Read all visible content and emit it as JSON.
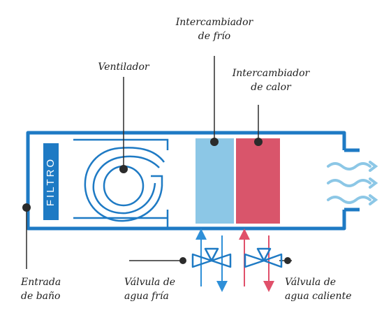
{
  "colors": {
    "casing": "#1e7ac4",
    "cold_coil": "#8cc7e6",
    "hot_coil": "#d9556b",
    "cold_water": "#2e8fd8",
    "hot_water": "#e0506a",
    "leader": "#2b2b2b",
    "valve": "#1e7ac4"
  },
  "filter": {
    "text": "FILTRO"
  },
  "labels": {
    "cold_exchanger": [
      "Intercambiador",
      "de frío"
    ],
    "fan": "Ventilador",
    "heat_exchanger": [
      "Intercambiador",
      "de calor"
    ],
    "air_intake": [
      "Entrada",
      "de baño"
    ],
    "cold_valve": [
      "Válvula de",
      "agua fría"
    ],
    "hot_valve": [
      "Válvula de",
      "agua caliente"
    ]
  },
  "icons": {
    "airflow": "wavy-arrows-icon",
    "valve": "three-way-valve-icon",
    "fan": "centrifugal-fan-icon"
  }
}
